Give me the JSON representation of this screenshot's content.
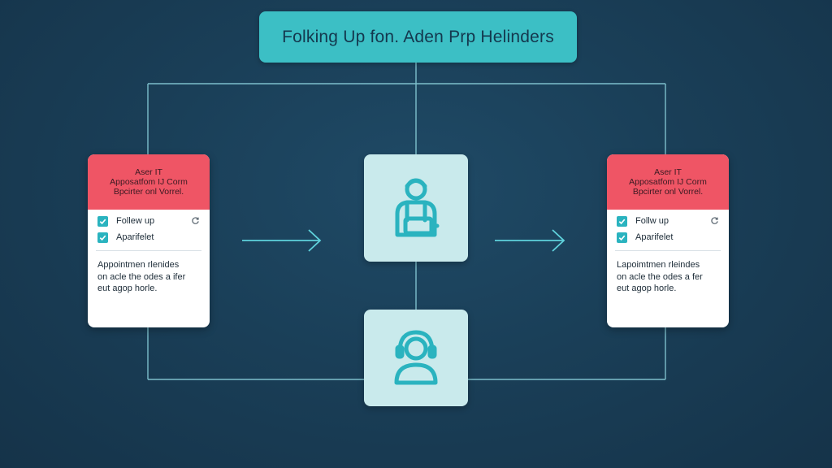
{
  "title": "Folking Up fon. Aden Prp Helinders",
  "left_card": {
    "header": [
      "Aser IT",
      "Apposatfom IJ Corm",
      "Bpcirter onl Vorrel."
    ],
    "checks": [
      {
        "label": "Follew up"
      },
      {
        "label": "Aparifelet"
      }
    ],
    "body": [
      "Appointmen rlenides",
      "on acle the odes a ifer",
      "eut agop horle."
    ]
  },
  "right_card": {
    "header": [
      "Aser IT",
      "Apposatfom IJ Corm",
      "Bpcirter onl Vorrel."
    ],
    "checks": [
      {
        "label": "Follw up"
      },
      {
        "label": "Aparifelet"
      }
    ],
    "body": [
      "Lapoimtmen rleindes",
      "on acle the odes a fer",
      "eut agop horle."
    ]
  },
  "nodes": {
    "top_icon": "user-desk-icon",
    "bottom_icon": "headset-user-icon"
  },
  "colors": {
    "background": "#1a3f58",
    "title_box": "#3cbfc5",
    "card_header": "#ef5565",
    "checkbox": "#2ab3bf",
    "node_fill": "#c9eaec",
    "icon_stroke": "#2ab3bf",
    "connector": "#8fd6e0"
  }
}
